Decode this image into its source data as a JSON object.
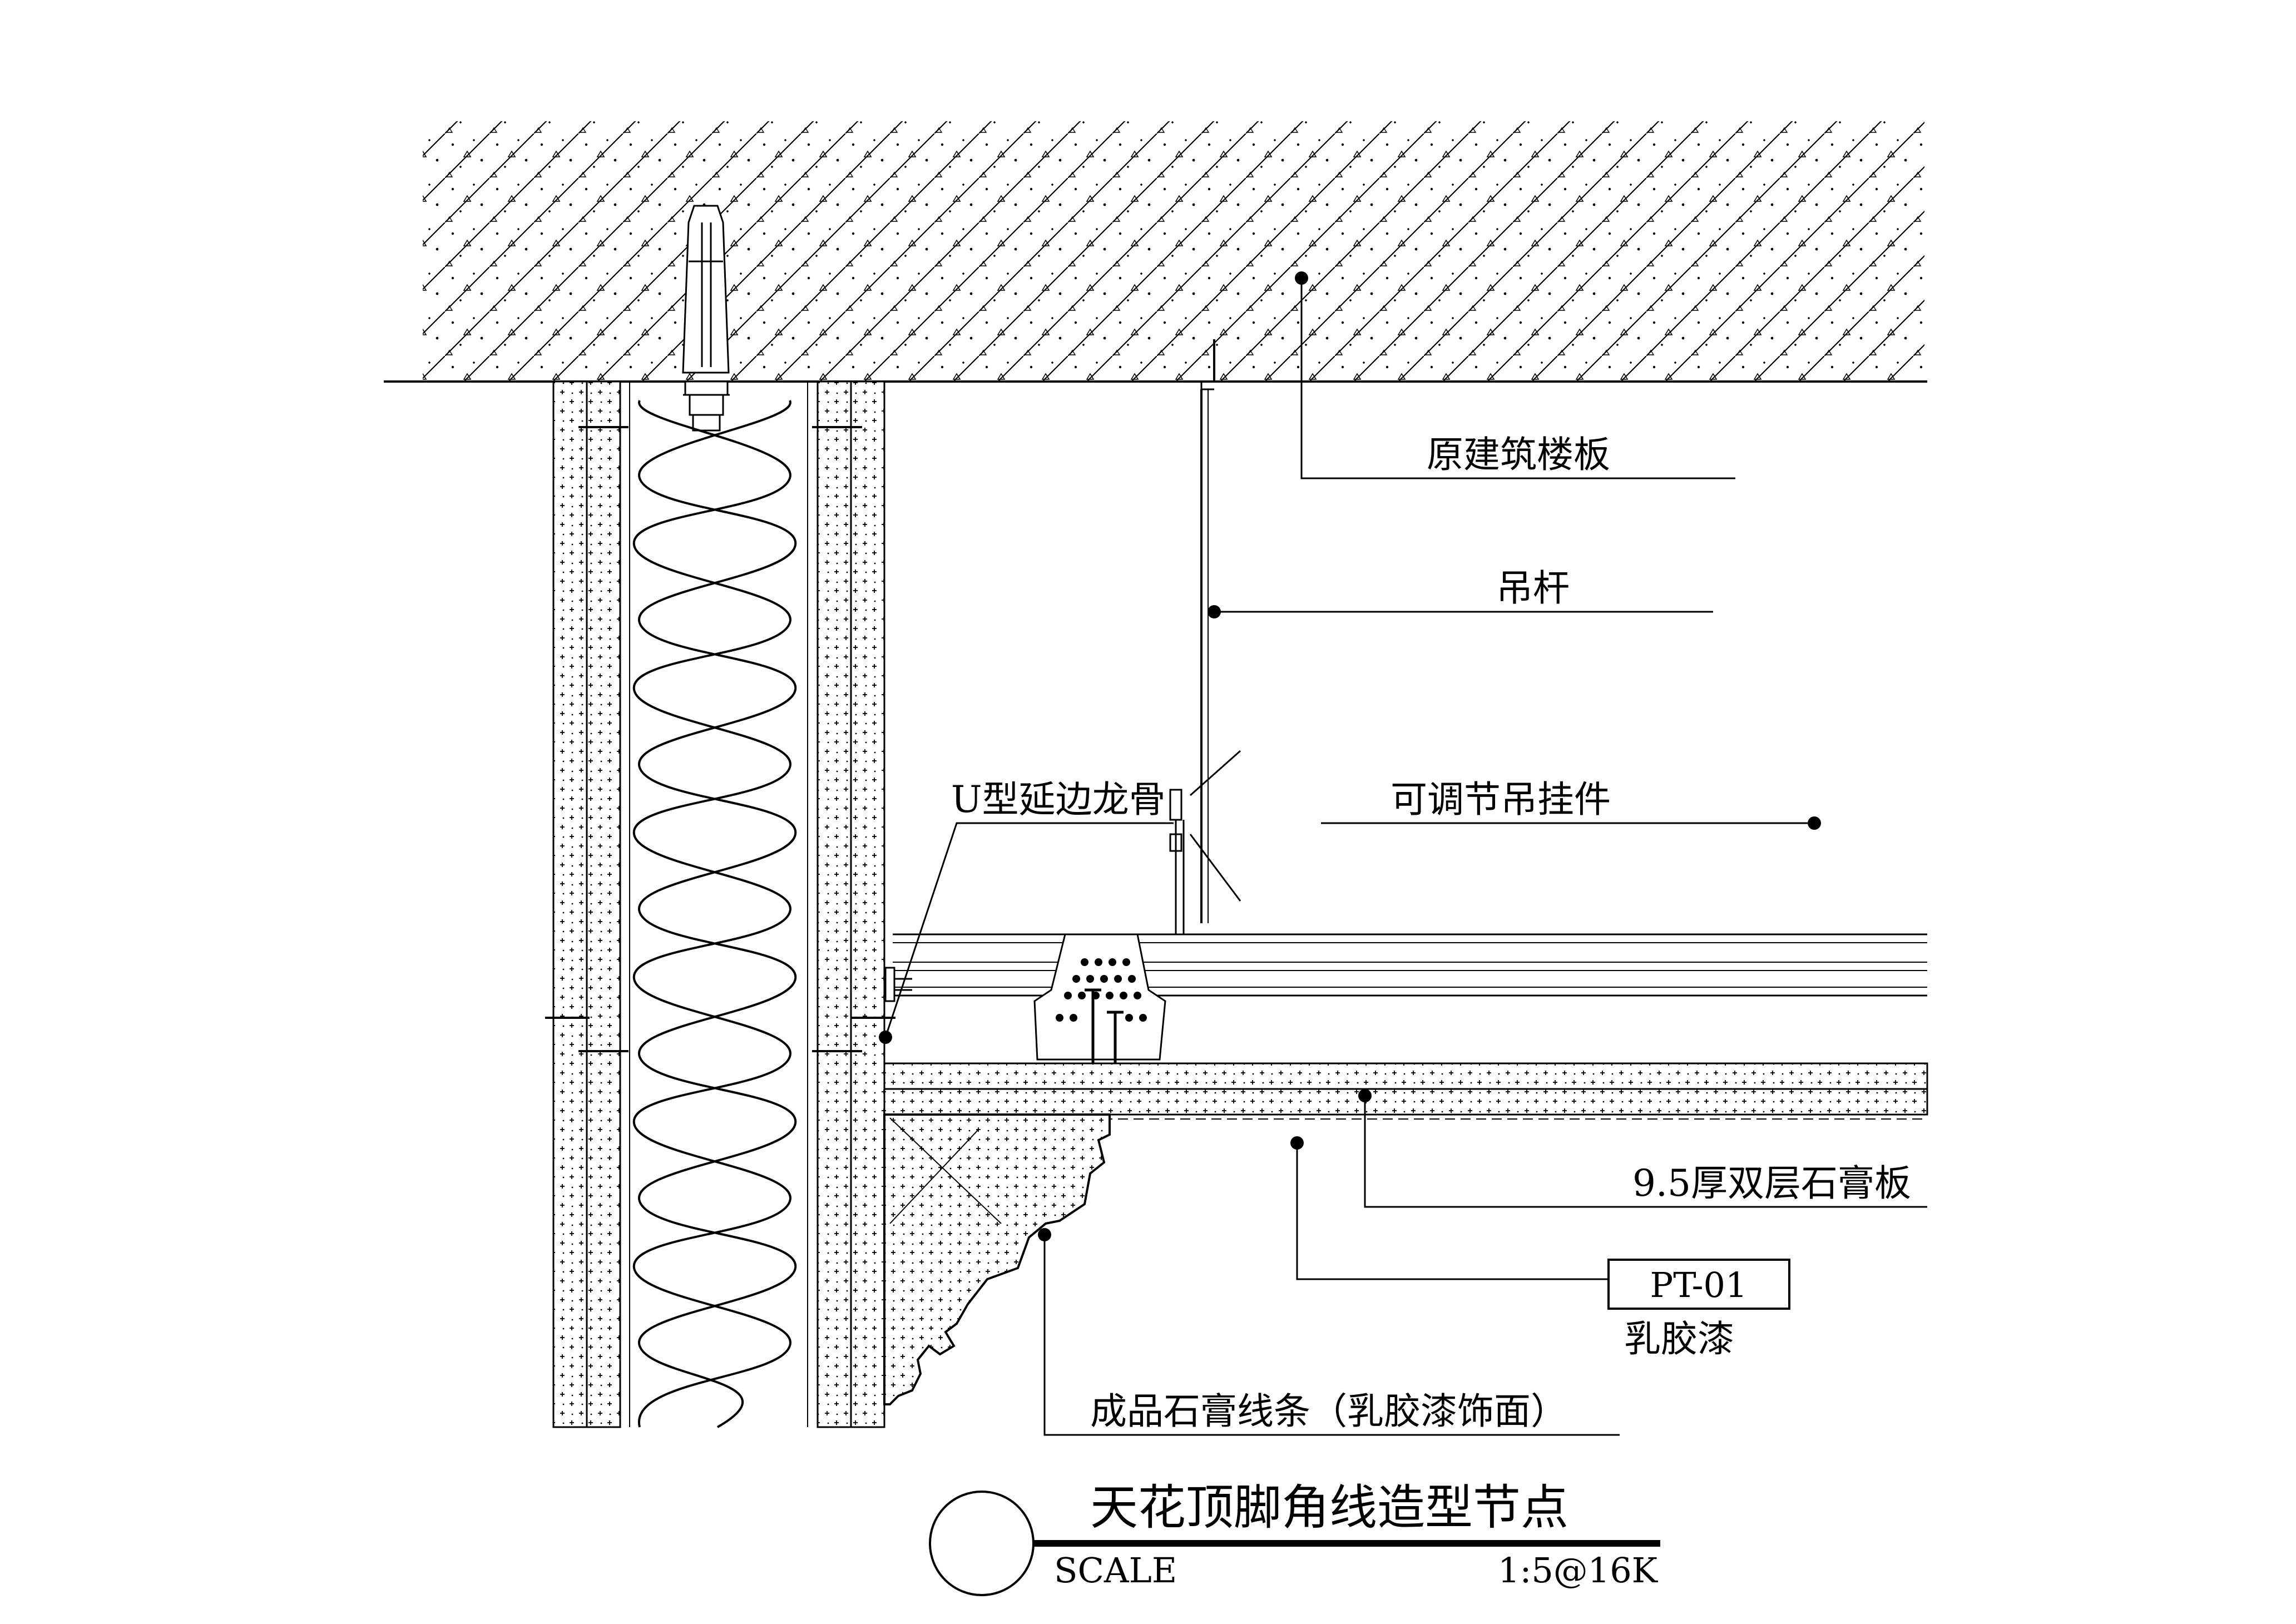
{
  "labels": {
    "slab": "原建筑楼板",
    "hanger_rod": "吊杆",
    "u_track": "U型延边龙骨",
    "adjustable_hanger": "可调节吊挂件",
    "gypsum_board": "9.5厚双层石膏板",
    "pt_code": "PT-01",
    "latex_paint": "乳胶漆",
    "cornice": "成品石膏线条（乳胶漆饰面）"
  },
  "title_block": {
    "title": "天花顶脚角线造型节点",
    "scale_label": "SCALE",
    "scale_value": "1:5@16K"
  },
  "colors": {
    "line": "#000000",
    "fill": "#ffffff"
  }
}
